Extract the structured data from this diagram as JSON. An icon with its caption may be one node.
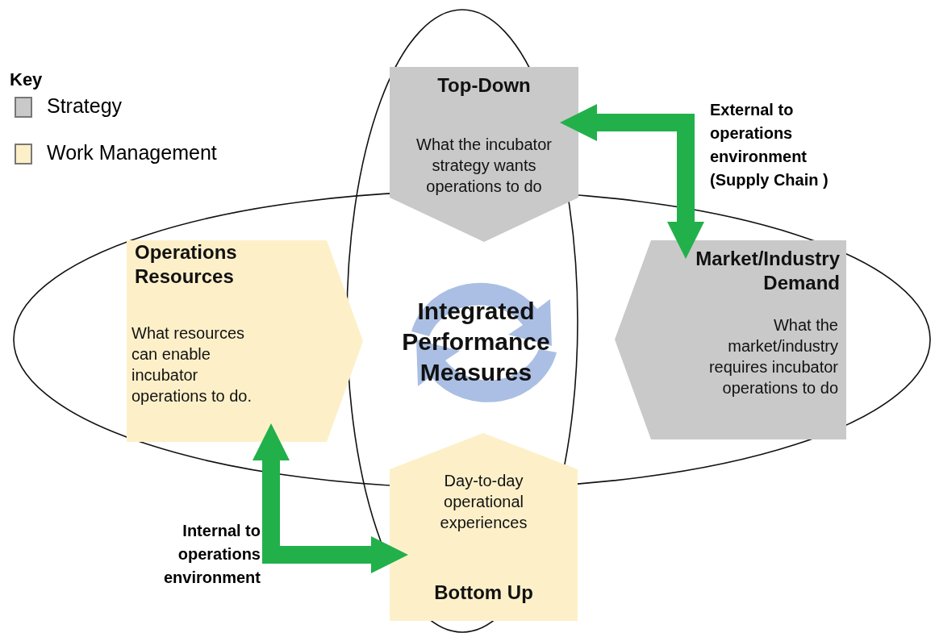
{
  "diagram": {
    "nodes": [
      {
        "text": [
          "Top-Down",
          "What the incubator strategy wants operations to do"
        ]
      },
      {
        "text": [
          "Operations Resources",
          "What resources can enable incubator operations to do."
        ]
      },
      {
        "text": [
          "Integrated Performance Measures"
        ]
      },
      {
        "text": [
          "Market/Industry Demand",
          "What the market/industry requires incubator operations to do"
        ]
      },
      {
        "text": [
          "Day-to-day operational experiences",
          "Bottom Up"
        ]
      }
    ],
    "edges": [
      {
        "from": 0,
        "to": 3,
        "arrow": "both",
        "label": "External to operations environment (Supply Chain )"
      },
      {
        "from": 1,
        "to": 4,
        "arrow": "both",
        "label": "Internal to operations environment"
      }
    ],
    "labels": [
      "Key"
    ],
    "legend": [
      {
        "text": "Strategy",
        "color": "#c9c9c9"
      },
      {
        "text": "Work Management",
        "color": "#fdf0c9"
      }
    ]
  }
}
